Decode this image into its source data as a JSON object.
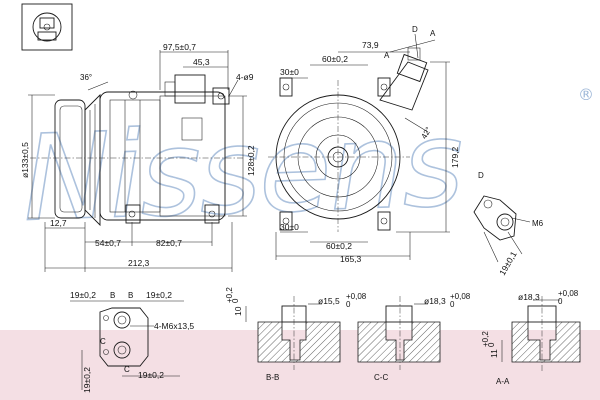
{
  "watermark": {
    "brand": "Nissens",
    "registered_mark": "®",
    "color": "#9fb8d8"
  },
  "band_color": "#f4dfe4",
  "side_view": {
    "angle": "36°",
    "dims": {
      "d97": "97,5±0,7",
      "d45": "45,3",
      "holes": "4-ø9",
      "dia133": "ø133±0,5",
      "h128": "128±0,2",
      "d12": "12,7",
      "d54": "54±0,7",
      "d82": "82±0,7",
      "d212": "212,3"
    }
  },
  "front_view": {
    "dims": {
      "d739": "73,9",
      "d60top": "60±0,2",
      "d30top": "30±0",
      "h1792": "179,2",
      "d30bot": "30±0",
      "d60bot": "60±0,2",
      "d1653": "165,3",
      "ang42": "42°"
    },
    "labels": {
      "D": "D",
      "A1": "A",
      "A2": "A"
    }
  },
  "detail_d": {
    "label": "D",
    "thread": "M6",
    "dim": "19±0,1"
  },
  "bottom_left": {
    "top_left": "19±0,2",
    "top_right": "19±0,2",
    "b1": "B",
    "b2": "B",
    "c1": "C",
    "c2": "C",
    "thread": "4-M6x13,5",
    "vdim": "19±0,2",
    "bottom": "19±0,2"
  },
  "section_bb": {
    "title": "B-B",
    "dia": "ø15,5",
    "tol_upper": "+0,08",
    "tol_lower": "0",
    "depth_main": "10",
    "depth_tol_upper": "+0,2",
    "depth_tol_lower": "0"
  },
  "section_cc": {
    "title": "C-C",
    "dia": "ø18,3",
    "tol_upper": "+0,08",
    "tol_lower": "0"
  },
  "section_aa": {
    "title": "A-A",
    "dia": "ø18,3",
    "tol_upper": "+0,08",
    "tol_lower": "0",
    "depth_main": "11",
    "depth_tol_upper": "+0,2",
    "depth_tol_lower": "0"
  }
}
